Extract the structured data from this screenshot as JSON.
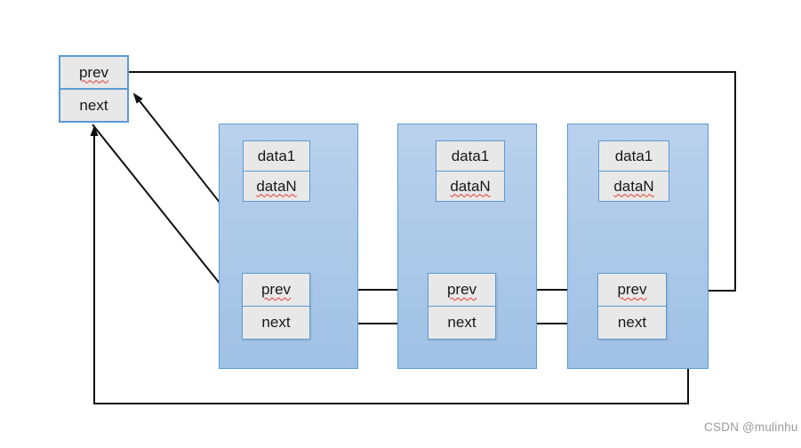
{
  "head_node": {
    "rows": [
      {
        "label": "prev",
        "misspell_mark": true
      },
      {
        "label": "next",
        "misspell_mark": false
      }
    ]
  },
  "list_nodes": [
    {
      "name": "node-1",
      "data_rows": [
        {
          "label": "data1",
          "misspell_mark": false
        },
        {
          "label": "dataN",
          "misspell_mark": true
        }
      ],
      "pointer_rows": [
        {
          "label": "prev",
          "misspell_mark": true
        },
        {
          "label": "next",
          "misspell_mark": false
        }
      ]
    },
    {
      "name": "node-2",
      "data_rows": [
        {
          "label": "data1",
          "misspell_mark": false
        },
        {
          "label": "dataN",
          "misspell_mark": true
        }
      ],
      "pointer_rows": [
        {
          "label": "prev",
          "misspell_mark": true
        },
        {
          "label": "next",
          "misspell_mark": false
        }
      ]
    },
    {
      "name": "node-3",
      "data_rows": [
        {
          "label": "data1",
          "misspell_mark": false
        },
        {
          "label": "dataN",
          "misspell_mark": true
        }
      ],
      "pointer_rows": [
        {
          "label": "prev",
          "misspell_mark": true
        },
        {
          "label": "next",
          "misspell_mark": false
        }
      ]
    }
  ],
  "edges": [
    {
      "from": "head.prev",
      "to": "node-3.prev",
      "route": "top-right-loop"
    },
    {
      "from": "node-3.next",
      "to": "head.next",
      "route": "bottom-left-loop"
    },
    {
      "from": "node-1.prev",
      "to": "head",
      "route": "diagonal"
    },
    {
      "from": "head.next",
      "to": "node-1.prev",
      "route": "diagonal"
    },
    {
      "from": "node-2.prev",
      "to": "node-1.prev",
      "route": "horizontal"
    },
    {
      "from": "node-3.prev",
      "to": "node-2.prev",
      "route": "horizontal"
    },
    {
      "from": "node-1.next",
      "to": "node-2.next",
      "route": "horizontal"
    },
    {
      "from": "node-2.next",
      "to": "node-3.next",
      "route": "horizontal"
    }
  ],
  "watermark": {
    "text": "CSDN @mulinhu"
  },
  "colors": {
    "node_fill": "#a9c7e8",
    "node_border": "#5b9bd5",
    "cell_fill": "#e9e8e8",
    "cell_border": "#5b9bd5",
    "arrow": "#111111",
    "squiggle": "#e03c31",
    "watermark": "#9b9b9b"
  }
}
